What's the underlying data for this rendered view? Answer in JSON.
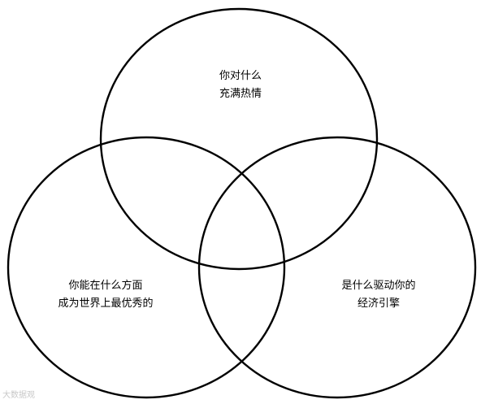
{
  "circles": [
    {
      "id": "passion",
      "line1": "你对什么",
      "line2": "充满热情"
    },
    {
      "id": "best",
      "line1": "你能在什么方面",
      "line2": "成为世界上最优秀的"
    },
    {
      "id": "economic",
      "line1": "是什么驱动你的",
      "line2": "经济引擎"
    }
  ],
  "watermark": "大数据观"
}
